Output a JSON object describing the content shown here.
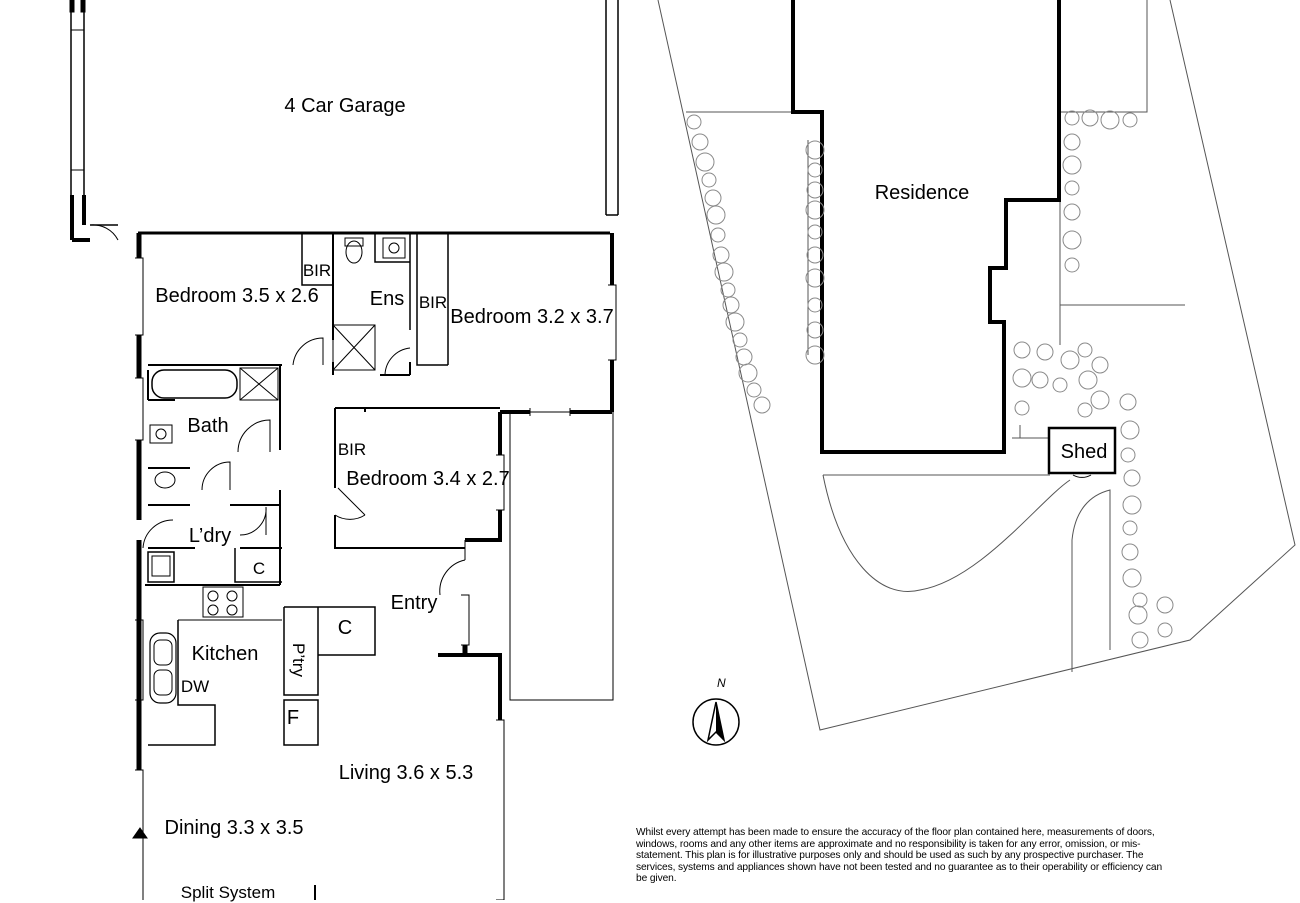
{
  "rooms": {
    "garage": "4 Car Garage",
    "bedroom1": {
      "name": "Bedroom",
      "size": "3.5 x 2.6"
    },
    "bir1": "BIR",
    "ensuite": "Ens",
    "bir2": "BIR",
    "bedroom2": {
      "name": "Bedroom",
      "size": "3.2 x 3.7"
    },
    "bath": "Bath",
    "bir3": "BIR",
    "bedroom3": {
      "name": "Bedroom",
      "size": "3.4 x 2.7"
    },
    "laundry": "L’dry",
    "cupboard1": "C",
    "entry": "Entry",
    "cupboard2": "C",
    "kitchen": "Kitchen",
    "pantry": "P’try",
    "dishwasher": "DW",
    "fridge": "F",
    "living": {
      "name": "Living",
      "size": "3.6 x 5.3"
    },
    "dining": {
      "name": "Dining",
      "size": "3.3 x 3.5"
    },
    "split_system": {
      "line1": "Split",
      "line2": "System"
    }
  },
  "site": {
    "residence": "Residence",
    "shed": "Shed"
  },
  "north_label": "N",
  "disclaimer": "Whilst every attempt has been made to ensure the accuracy of the floor plan contained here, measurements of doors, windows, rooms and any other items are approximate and no responsibility is taken for any error, omission, or mis-statement.  This plan is for illustrative purposes only and should be used as such by any prospective purchaser.  The services, systems and appliances shown have not been tested and no guarantee as to their operability or efficiency can be given.",
  "colors": {
    "wall": "#000000",
    "thin": "#555555",
    "bush": "#8a8a8a"
  }
}
